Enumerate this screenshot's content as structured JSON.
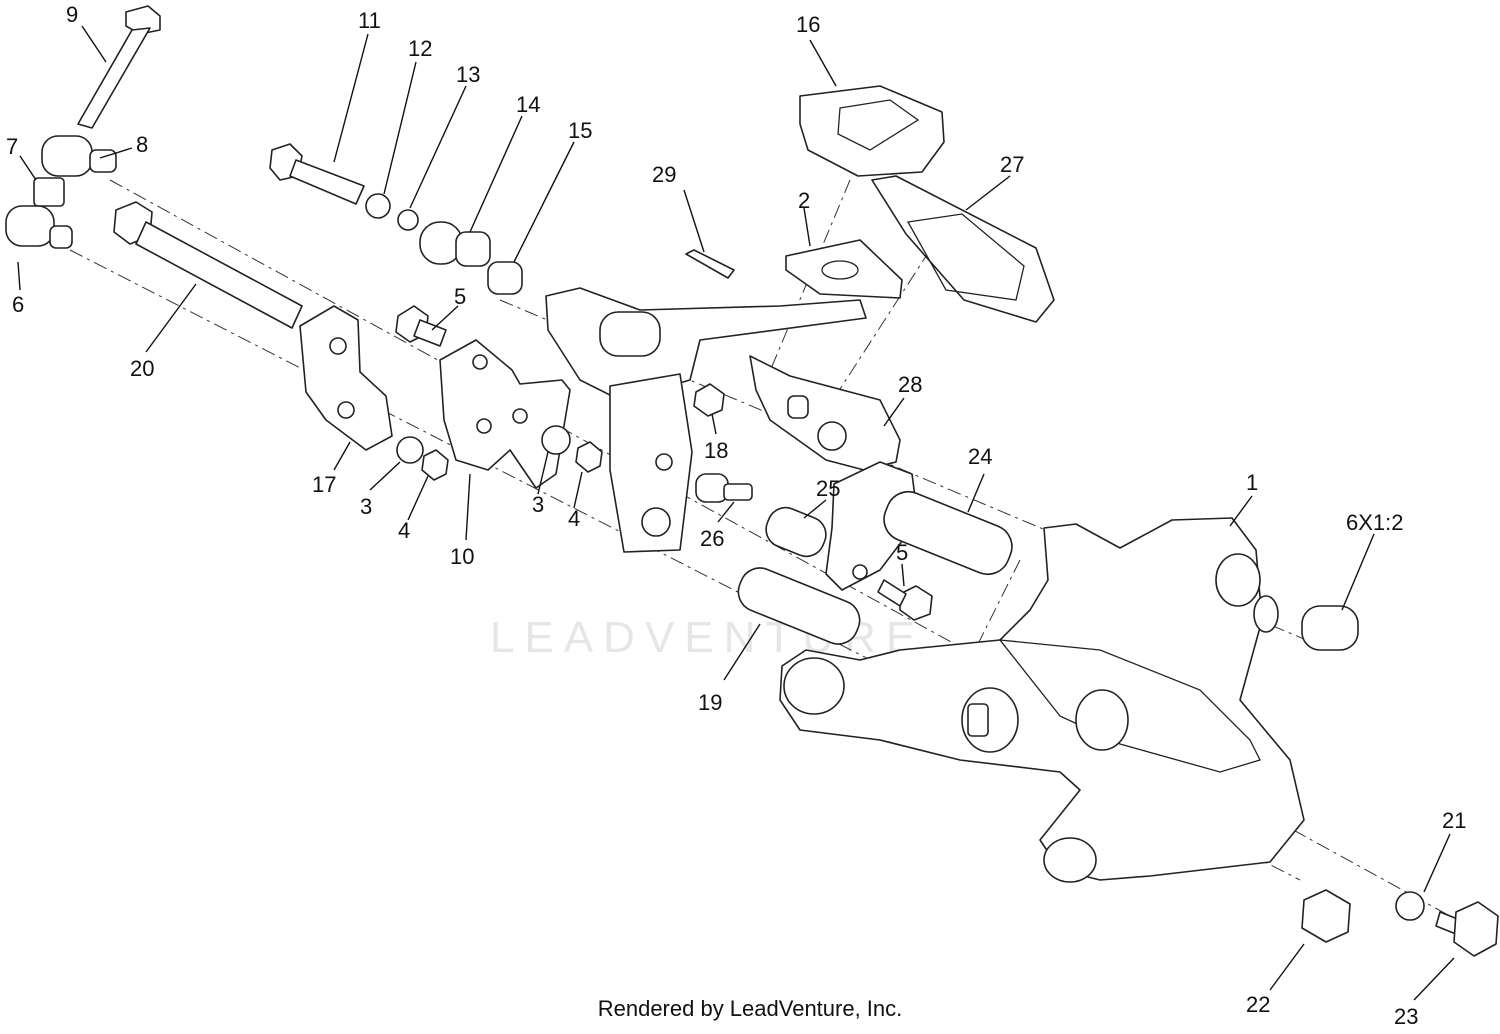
{
  "watermark": "LEADVENTURE",
  "footer": "Rendered by LeadVenture, Inc.",
  "callouts": {
    "c1": "1",
    "c2": "2",
    "c3a": "3",
    "c3b": "3",
    "c4a": "4",
    "c4b": "4",
    "c5a": "5",
    "c5b": "5",
    "c6": "6",
    "c7": "7",
    "c8": "8",
    "c9": "9",
    "c10": "10",
    "c11": "11",
    "c12": "12",
    "c13": "13",
    "c14": "14",
    "c15": "15",
    "c16": "16",
    "c17": "17",
    "c18": "18",
    "c19": "19",
    "c20": "20",
    "c21": "21",
    "c22": "22",
    "c23": "23",
    "c24": "24",
    "c25": "25",
    "c26": "26",
    "c27": "27",
    "c28": "28",
    "c29": "29",
    "c6x": "6X1:2"
  }
}
